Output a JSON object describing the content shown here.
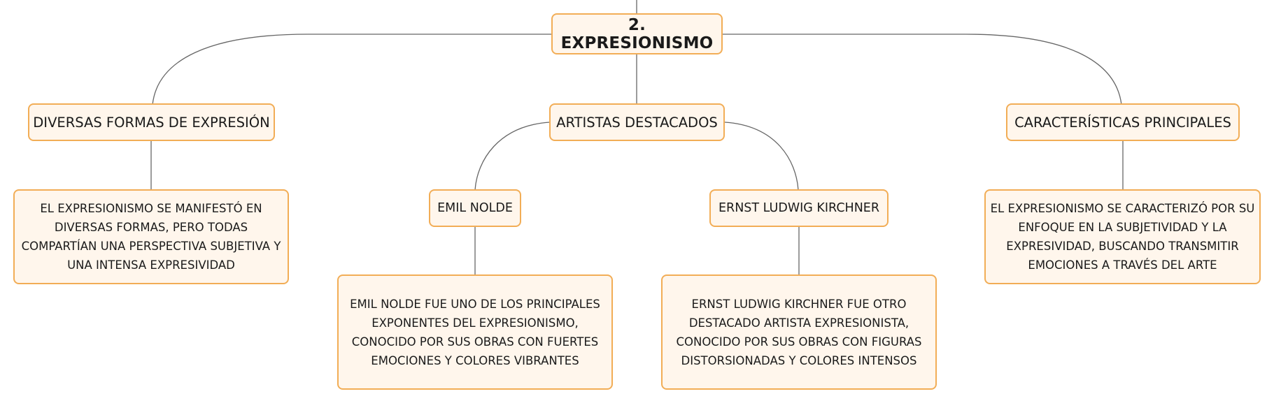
{
  "root": {
    "label": "2. EXPRESIONISMO"
  },
  "topics": {
    "forms": {
      "label": "DIVERSAS FORMAS DE EXPRESIÓN",
      "description": "EL EXPRESIONISMO SE MANIFESTÓ EN DIVERSAS FORMAS, PERO TODAS COMPARTÍAN UNA PERSPECTIVA SUBJETIVA Y UNA INTENSA EXPRESIVIDAD"
    },
    "artists": {
      "label": "ARTISTAS DESTACADOS",
      "nolde": {
        "label": "EMIL NOLDE",
        "description": "EMIL NOLDE FUE UNO DE LOS PRINCIPALES EXPONENTES DEL EXPRESIONISMO, CONOCIDO POR SUS OBRAS CON FUERTES EMOCIONES Y COLORES VIBRANTES"
      },
      "kirchner": {
        "label": "ERNST LUDWIG KIRCHNER",
        "description": "ERNST LUDWIG KIRCHNER FUE OTRO DESTACADO ARTISTA EXPRESIONISTA, CONOCIDO POR SUS OBRAS CON FIGURAS DISTORSIONADAS Y COLORES INTENSOS"
      }
    },
    "characteristics": {
      "label": "CARACTERÍSTICAS PRINCIPALES",
      "description": "EL EXPRESIONISMO SE CARACTERIZÓ POR SU ENFOQUE EN LA SUBJETIVIDAD Y LA EXPRESIVIDAD, BUSCANDO TRANSMITIR EMOCIONES A TRAVÉS DEL ARTE"
    }
  },
  "colors": {
    "node_border": "#f2ad56",
    "node_fill": "#fff6ec",
    "connector": "#666666"
  }
}
